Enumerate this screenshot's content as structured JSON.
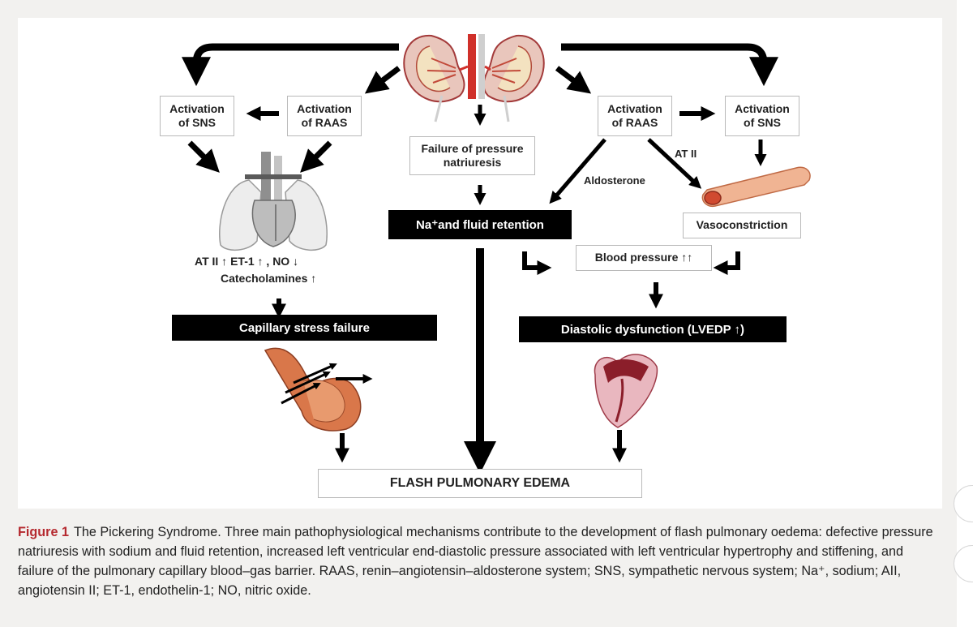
{
  "boxes": {
    "sns_left": "Activation\nof SNS",
    "raas_left": "Activation\nof RAAS",
    "natriuresis": "Failure of pressure\nnatriuresis",
    "raas_right": "Activation\nof RAAS",
    "sns_right": "Activation\nof SNS",
    "vasoconstriction": "Vasoconstriction",
    "blood_pressure": "Blood pressure ↑↑",
    "flash_edema": "FLASH PULMONARY EDEMA"
  },
  "bars": {
    "na_retention": "Na⁺and fluid retention",
    "capillary": "Capillary stress failure",
    "diastolic": "Diastolic dysfunction (LVEDP ↑)"
  },
  "labels": {
    "mediators_line1": "AT II ↑  ET-1 ↑ , NO ↓",
    "mediators_line2": "Catecholamines ↑",
    "aldosterone": "Aldosterone",
    "at2": "AT II"
  },
  "caption": {
    "figure_label": "Figure 1",
    "text": "The Pickering Syndrome. Three main pathophysiological mechanisms contribute to the development of flash pulmonary oedema: defective pressure natriuresis with sodium and fluid retention, increased left ventricular end-diastolic pressure associated with left ventricular hypertrophy and stiffening, and failure of the pulmonary capillary blood–gas barrier. RAAS, renin–angiotensin–aldosterone system; SNS, sympathetic nervous system; Na⁺, sodium; AII, angiotensin II; ET-1, endothelin-1; NO, nitric oxide."
  }
}
